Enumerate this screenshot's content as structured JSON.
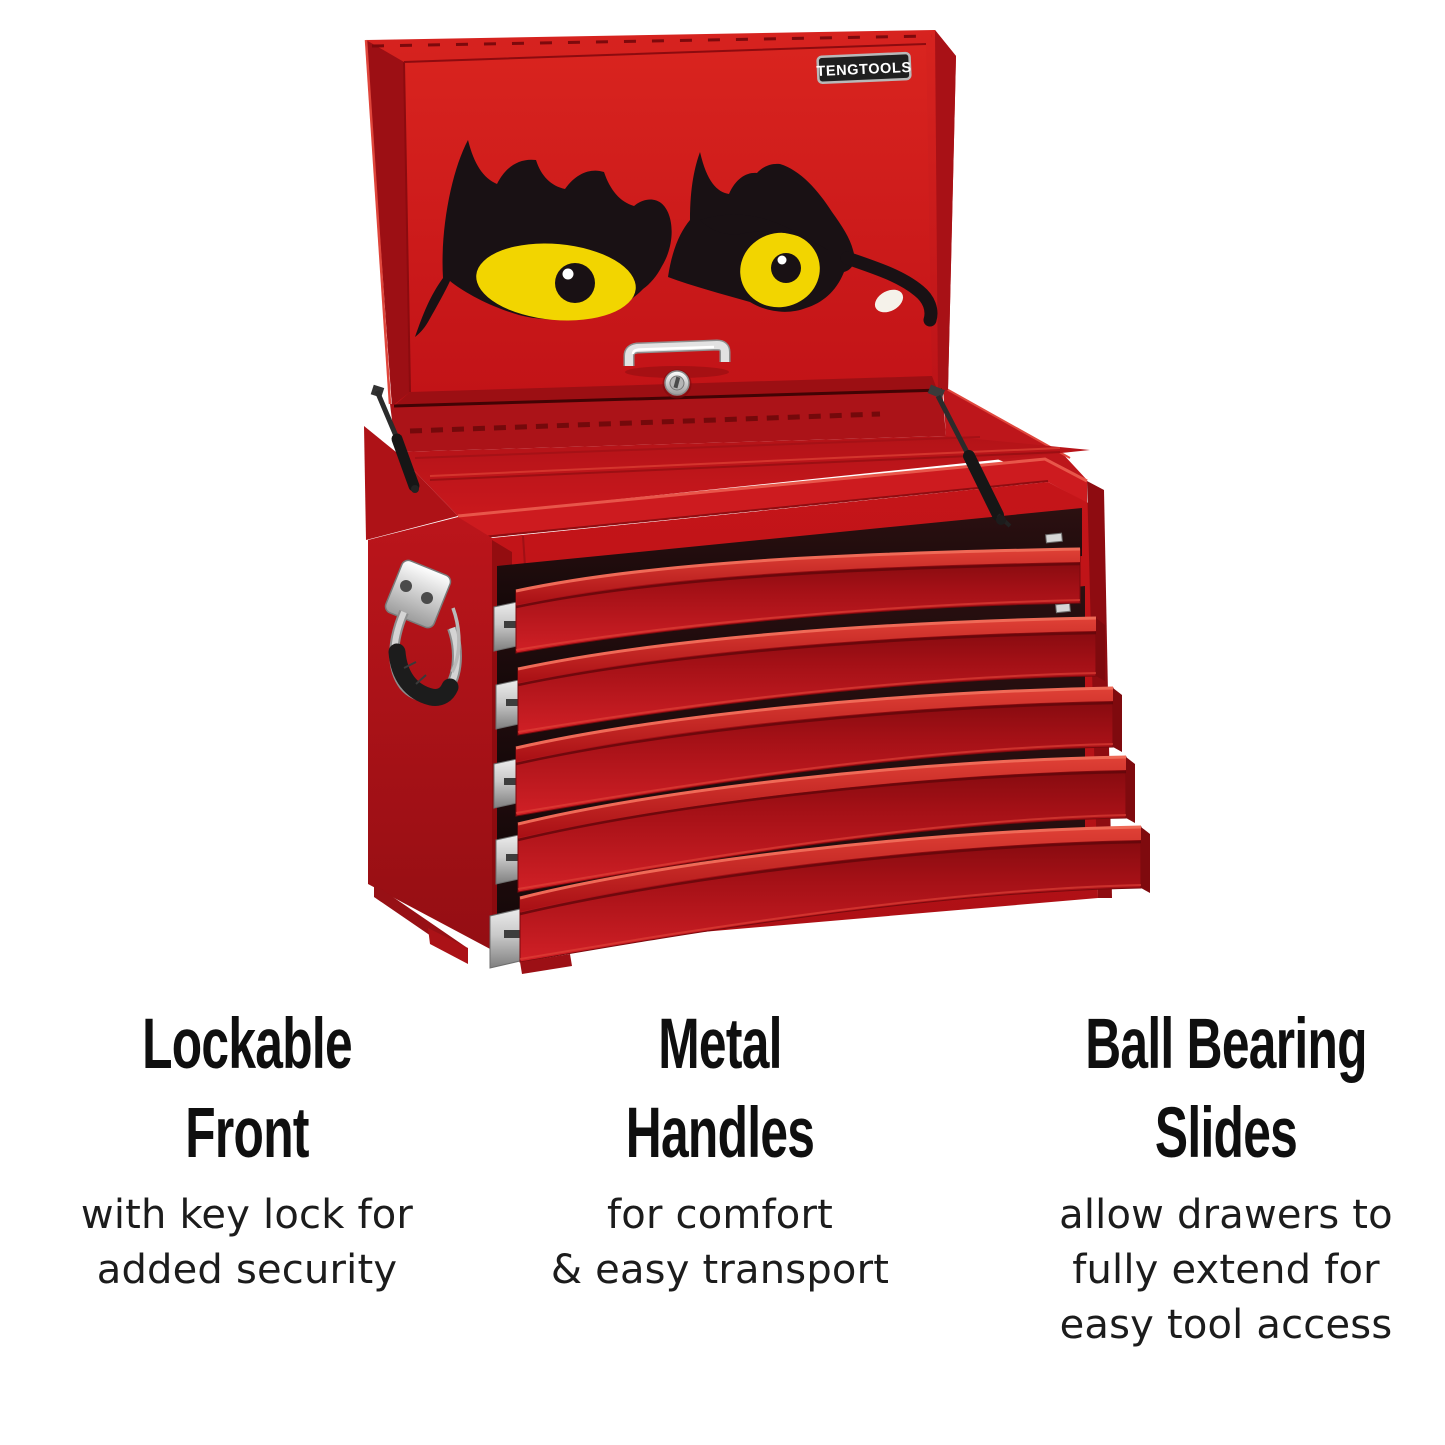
{
  "page": {
    "background": "#ffffff"
  },
  "product_image": {
    "brand_logo_text": "TENGTOOLS",
    "drawer_count": 5,
    "colors": {
      "chest_red": "#d01e20",
      "chest_red_dark": "#a91217",
      "maroon_shadow": "#7e0a0e",
      "graphic_black": "#191114",
      "eye_yellow": "#f2d500",
      "chrome": "#d9d9d9",
      "heading_text": "#0f0f0f",
      "body_text": "#1c1c1c"
    }
  },
  "features": [
    {
      "heading_line1": "Lockable",
      "heading_line2": "Front",
      "desc_lines": [
        "with key lock for",
        "added security"
      ]
    },
    {
      "heading_line1": "Metal",
      "heading_line2": "Handles",
      "desc_lines": [
        "for comfort",
        "& easy transport"
      ]
    },
    {
      "heading_line1": "Ball Bearing",
      "heading_line2": "Slides",
      "desc_lines": [
        "allow drawers to",
        "fully extend for",
        "easy tool access"
      ]
    }
  ]
}
